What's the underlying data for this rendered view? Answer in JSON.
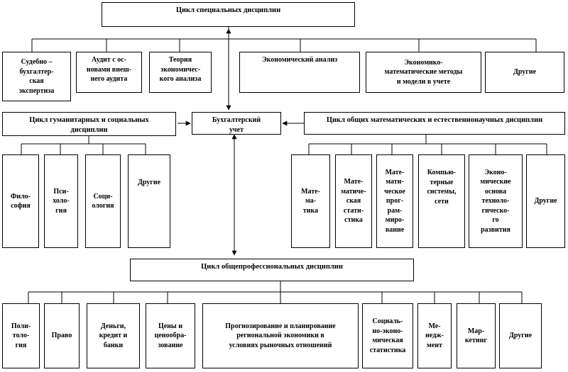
{
  "central": {
    "label": "Бухгалтерский\nучет"
  },
  "special": {
    "title": "Цикл специальных дисциплин",
    "items": [
      "Судебно –\nбухгалтер-\nская\nэкспертиза",
      "Аудит с ос-\nновами внеш-\nнего аудита",
      "Теория\nэкономичес-\nкого анализа",
      "Экономический анализ",
      "Экономико-\nматематические методы\nи модели в учете",
      "Другие"
    ]
  },
  "humanitarian": {
    "title": "Цикл гуманитарных и социальных\nдисциплин",
    "items": [
      "Фило-\nсофия",
      "Пси-\nхоло-\nгия",
      "Соци-\nология",
      "Другие"
    ]
  },
  "math": {
    "title": "Цикл общих математических и естественнонаучных дисциплин",
    "items": [
      "Мате-\nма-\nтика",
      "Мате-\nматиче-\nская\nстати-\nстика",
      "Мате-\nмати-\nческое\nпрог-\nрам-\nмиро-\nвание",
      "Компью-\nтерные\nсистемы,\nсети",
      "Эконо-\nмические\nоснова\nтехноло-\nгическо-\nго\nразвития",
      "Другие"
    ]
  },
  "professional": {
    "title": "Цикл общепрофессиональных дисциплин",
    "items": [
      "Поли-\nтоло-\nгия",
      "Право",
      "Деньги,\nкредит и\nбанки",
      "Цены и\nценообра-\nзование",
      "Прогнозирование и планирование\nрегиональной экономики в\nусловиях рыночных отношений",
      "Социаль-\nно-эконо-\nмическая\nстатистика",
      "Ме-\nнедж-\nмент",
      "Мар-\nкетинг",
      "Другие"
    ]
  }
}
